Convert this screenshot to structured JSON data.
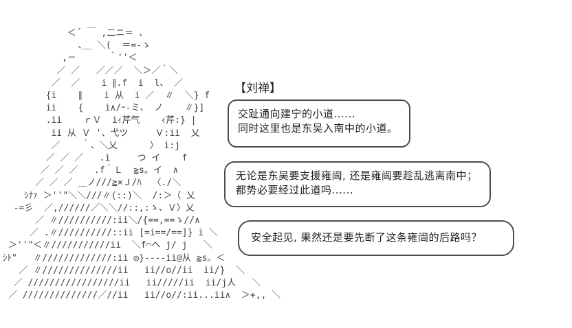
{
  "scene": {
    "background_color": "#ffffff",
    "ink_color": "#3f3f3f",
    "text_color": "#1e1e1e"
  },
  "character": {
    "name_label": "【刘禅】",
    "ascii_art_lines": [
      "            ＜´ ￣ ,二ニ＝ 、",
      "              ､＿ ＼(  ＝=-ゝ",
      "           ,－      ｀''＜",
      "          ／ ／   ／／／  ＼＞／｀＼",
      "         ／  ／    i ∥.f  i  l、 ／",
      "        {i    ∥    i 从  i ／  ∥  ＼} f",
      "        ii    {    i∧/ｰ-ミ、 ノ    ∥}]",
      "        .ii    ｒＶ  iｨ芹气    ｨ芹:} |",
      "         ii 从 Ｖ '、弋ツ     Ｖ:ii  乂",
      "         ／    ｀、＼乂      〉 i:j",
      "        ／ ／ ／   .i     つ イ    f",
      "       ／ ／ ／   .f｀Ｌ  ≧s。イ  ∧",
      "      ／ ／ ／ ＿ノ///≧×Ｊ/ﾊ  〈./＼",
      "    ｼﾅｧ ＞''\"＼＼///∥(::)＼  /:＞（ 乂",
      "  -=彡  ／,//////／＼＼//::,:ゝ、Ｖ〉乂",
      "      ／ ∥//////////:ii＼/{==,==ゝ//∧",
      "     ／ .∥//////////::ii [=i==/==]} i ＼",
      " ＞''\"＜∥///////////ii  ＼f⌒ヘ j/ j   ＼",
      "ｼﾄ\"   ∥/////////////:ii ◎}----ii@从 ≧s。＜",
      "   ／ ∥//////////////ii   ii//o//ii  ii/}  ＼",
      "  ／ /////////////////ii   ii/////ii  ii/j人   ＼",
      " ／ //////////////／//ii   ii//o//:ii...ii∧  ＞+,, ＼"
    ]
  },
  "dialogue": [
    {
      "lines": [
        "交趾通向建宁的小道......",
        "同时这里也是东吴入南中的小道。"
      ]
    },
    {
      "lines": [
        "无论是东吴要支援雍闿, 还是雍闿要趁乱逃离南中；",
        "都势必要经过此道吗......"
      ]
    },
    {
      "lines": [
        "安全起见, 果然还是要先断了这条雍闿的后路吗？"
      ]
    }
  ]
}
